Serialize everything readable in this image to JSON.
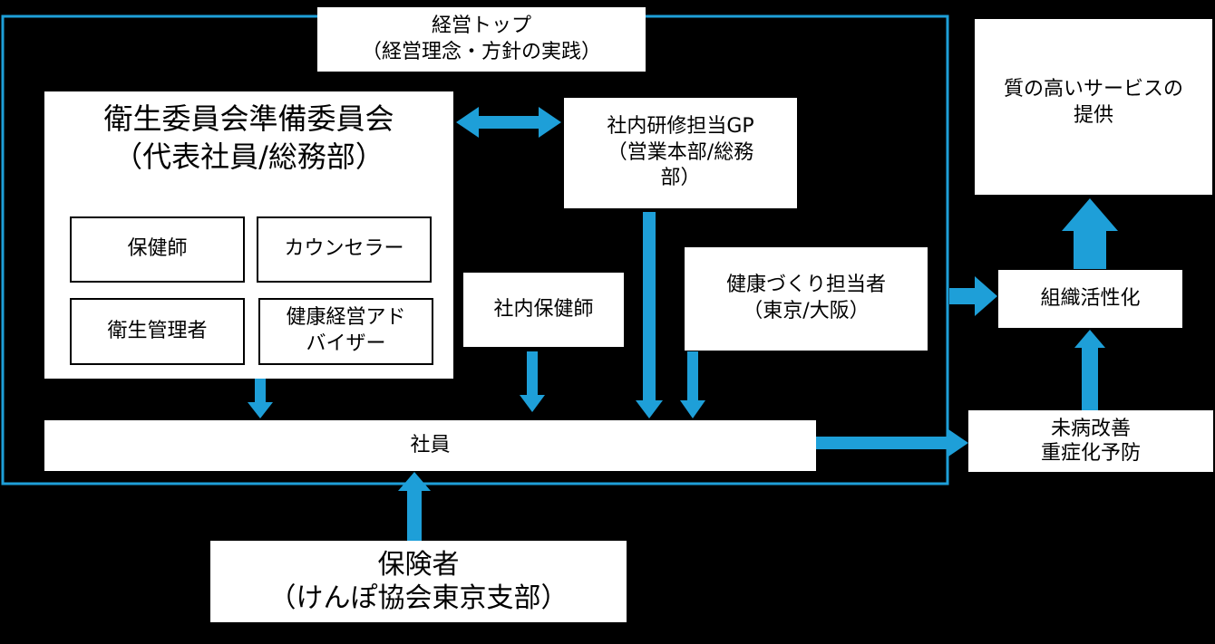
{
  "diagram": {
    "top_management": {
      "line1": "経営トップ",
      "line2": "（経営理念・方針の実践）"
    },
    "committee": {
      "line1": "衛生委員会準備委員会",
      "line2": "（代表社員/総務部）",
      "members": {
        "public_health_nurse": "保健師",
        "counselor": "カウンセラー",
        "health_manager": "衛生管理者",
        "advisor_line1": "健康経営アド",
        "advisor_line2": "バイザー"
      }
    },
    "training": {
      "line1": "社内研修担当GP",
      "line2": "（営業本部/総務",
      "line3": "部）"
    },
    "internal_nurse": "社内保健師",
    "health_promoter": {
      "line1": "健康づくり担当者",
      "line2": "（東京/大阪）"
    },
    "employees": "社員",
    "insurer": {
      "line1": "保険者",
      "line2": "（けんぽ協会東京支部）"
    },
    "prevention": {
      "line1": "未病改善",
      "line2": "重症化予防"
    },
    "activation": "組織活性化",
    "quality_service": {
      "line1": "質の高いサービスの",
      "line2": "提供"
    }
  },
  "colors": {
    "arrow": "#1e9fd8",
    "frame": "#1e9fd8",
    "box": "#ffffff",
    "background": "#000000"
  }
}
